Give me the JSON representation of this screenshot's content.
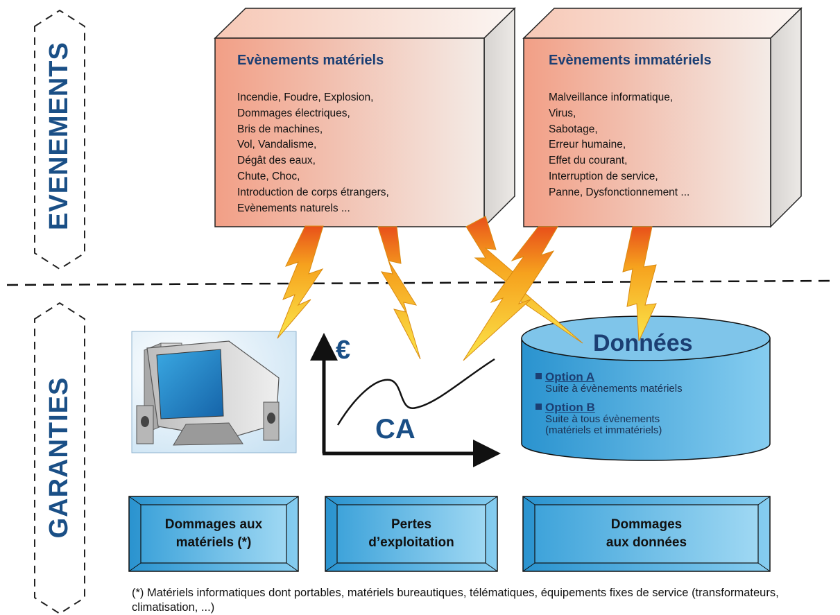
{
  "side_labels": {
    "top": "EVENEMENTS",
    "bottom": "GARANTIES"
  },
  "events": {
    "material": {
      "title": "Evènements matériels",
      "items": [
        "Incendie, Foudre, Explosion,",
        "Dommages électriques,",
        "Bris de machines,",
        "Vol, Vandalisme,",
        "Dégât des eaux,",
        "Chute, Choc,",
        "Introduction de corps étrangers,",
        "Evènements naturels ..."
      ]
    },
    "immaterial": {
      "title": "Evènements immatériels",
      "items": [
        "Malveillance informatique,",
        "Virus,",
        "Sabotage,",
        "Erreur humaine,",
        "Effet du courant,",
        "Interruption de service,",
        "Panne, Dysfonctionnement ..."
      ]
    }
  },
  "chart": {
    "currency_label": "€",
    "revenue_label": "CA"
  },
  "data_cylinder": {
    "title": "Données",
    "options": [
      {
        "label": "Option A",
        "description": "Suite à évènements matériels"
      },
      {
        "label": "Option B",
        "description": "Suite à tous évènements\n(matériels et immatériels)"
      }
    ]
  },
  "guarantees": [
    {
      "label": "Dommages aux\nmatériels (*)"
    },
    {
      "label": "Pertes\nd’exploitation"
    },
    {
      "label": "Dommages\naux données"
    }
  ],
  "footnote": "(*) Matériels informatiques dont portables, matériels bureautiques, télématiques, équipements fixes de service (transformateurs, climatisation, ...)",
  "colors": {
    "accent": "#1a4f86",
    "box_front_start": "#f4a58b",
    "box_front_end": "#f3ede9",
    "blue_fill": "#5fb4e4",
    "lightning": "#f7d21e"
  }
}
